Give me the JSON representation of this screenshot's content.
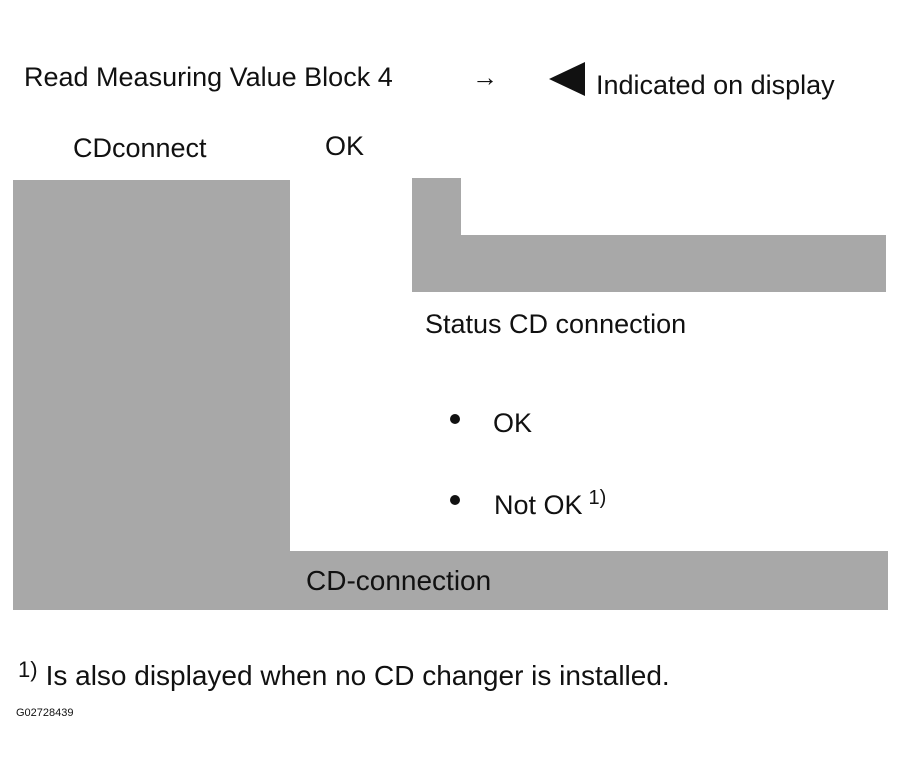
{
  "header": {
    "title": "Read Measuring Value Block 4",
    "arrow": "→",
    "indicator_label": "Indicated on display"
  },
  "display": {
    "field_name": "CDconnect",
    "field_value": "OK"
  },
  "callouts": {
    "status_label": "Status CD connection",
    "value_label": "CD-connection"
  },
  "options": [
    {
      "label": "OK",
      "footnote_ref": ""
    },
    {
      "label": "Not OK",
      "footnote_ref": "1)"
    }
  ],
  "footnote": {
    "marker": "1)",
    "text": "Is also displayed when no CD changer is installed."
  },
  "figure_code": "G02728439",
  "colors": {
    "shade": "#a8a8a8",
    "text": "#111111",
    "background": "#ffffff"
  }
}
